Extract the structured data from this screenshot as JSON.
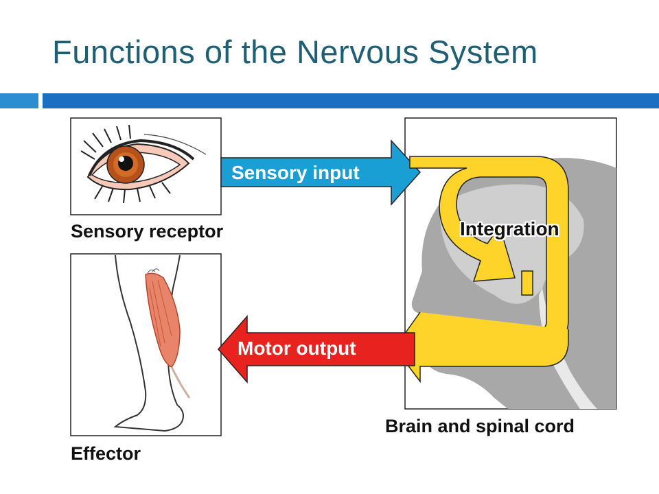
{
  "title": "Functions of the Nervous System",
  "labels": {
    "sensory_receptor": "Sensory receptor",
    "effector": "Effector",
    "brain": "Brain and spinal cord"
  },
  "arrows": {
    "sensory_input": "Sensory input",
    "motor_output": "Motor output",
    "integration": "Integration"
  },
  "colors": {
    "title": "#1f5f73",
    "accent_bar": "#1b6fc3",
    "sensory_arrow": "#1a9fd4",
    "motor_arrow": "#e8231f",
    "integration_arrow": "#ffd42a",
    "head_silhouette": "#a8a8a8"
  }
}
